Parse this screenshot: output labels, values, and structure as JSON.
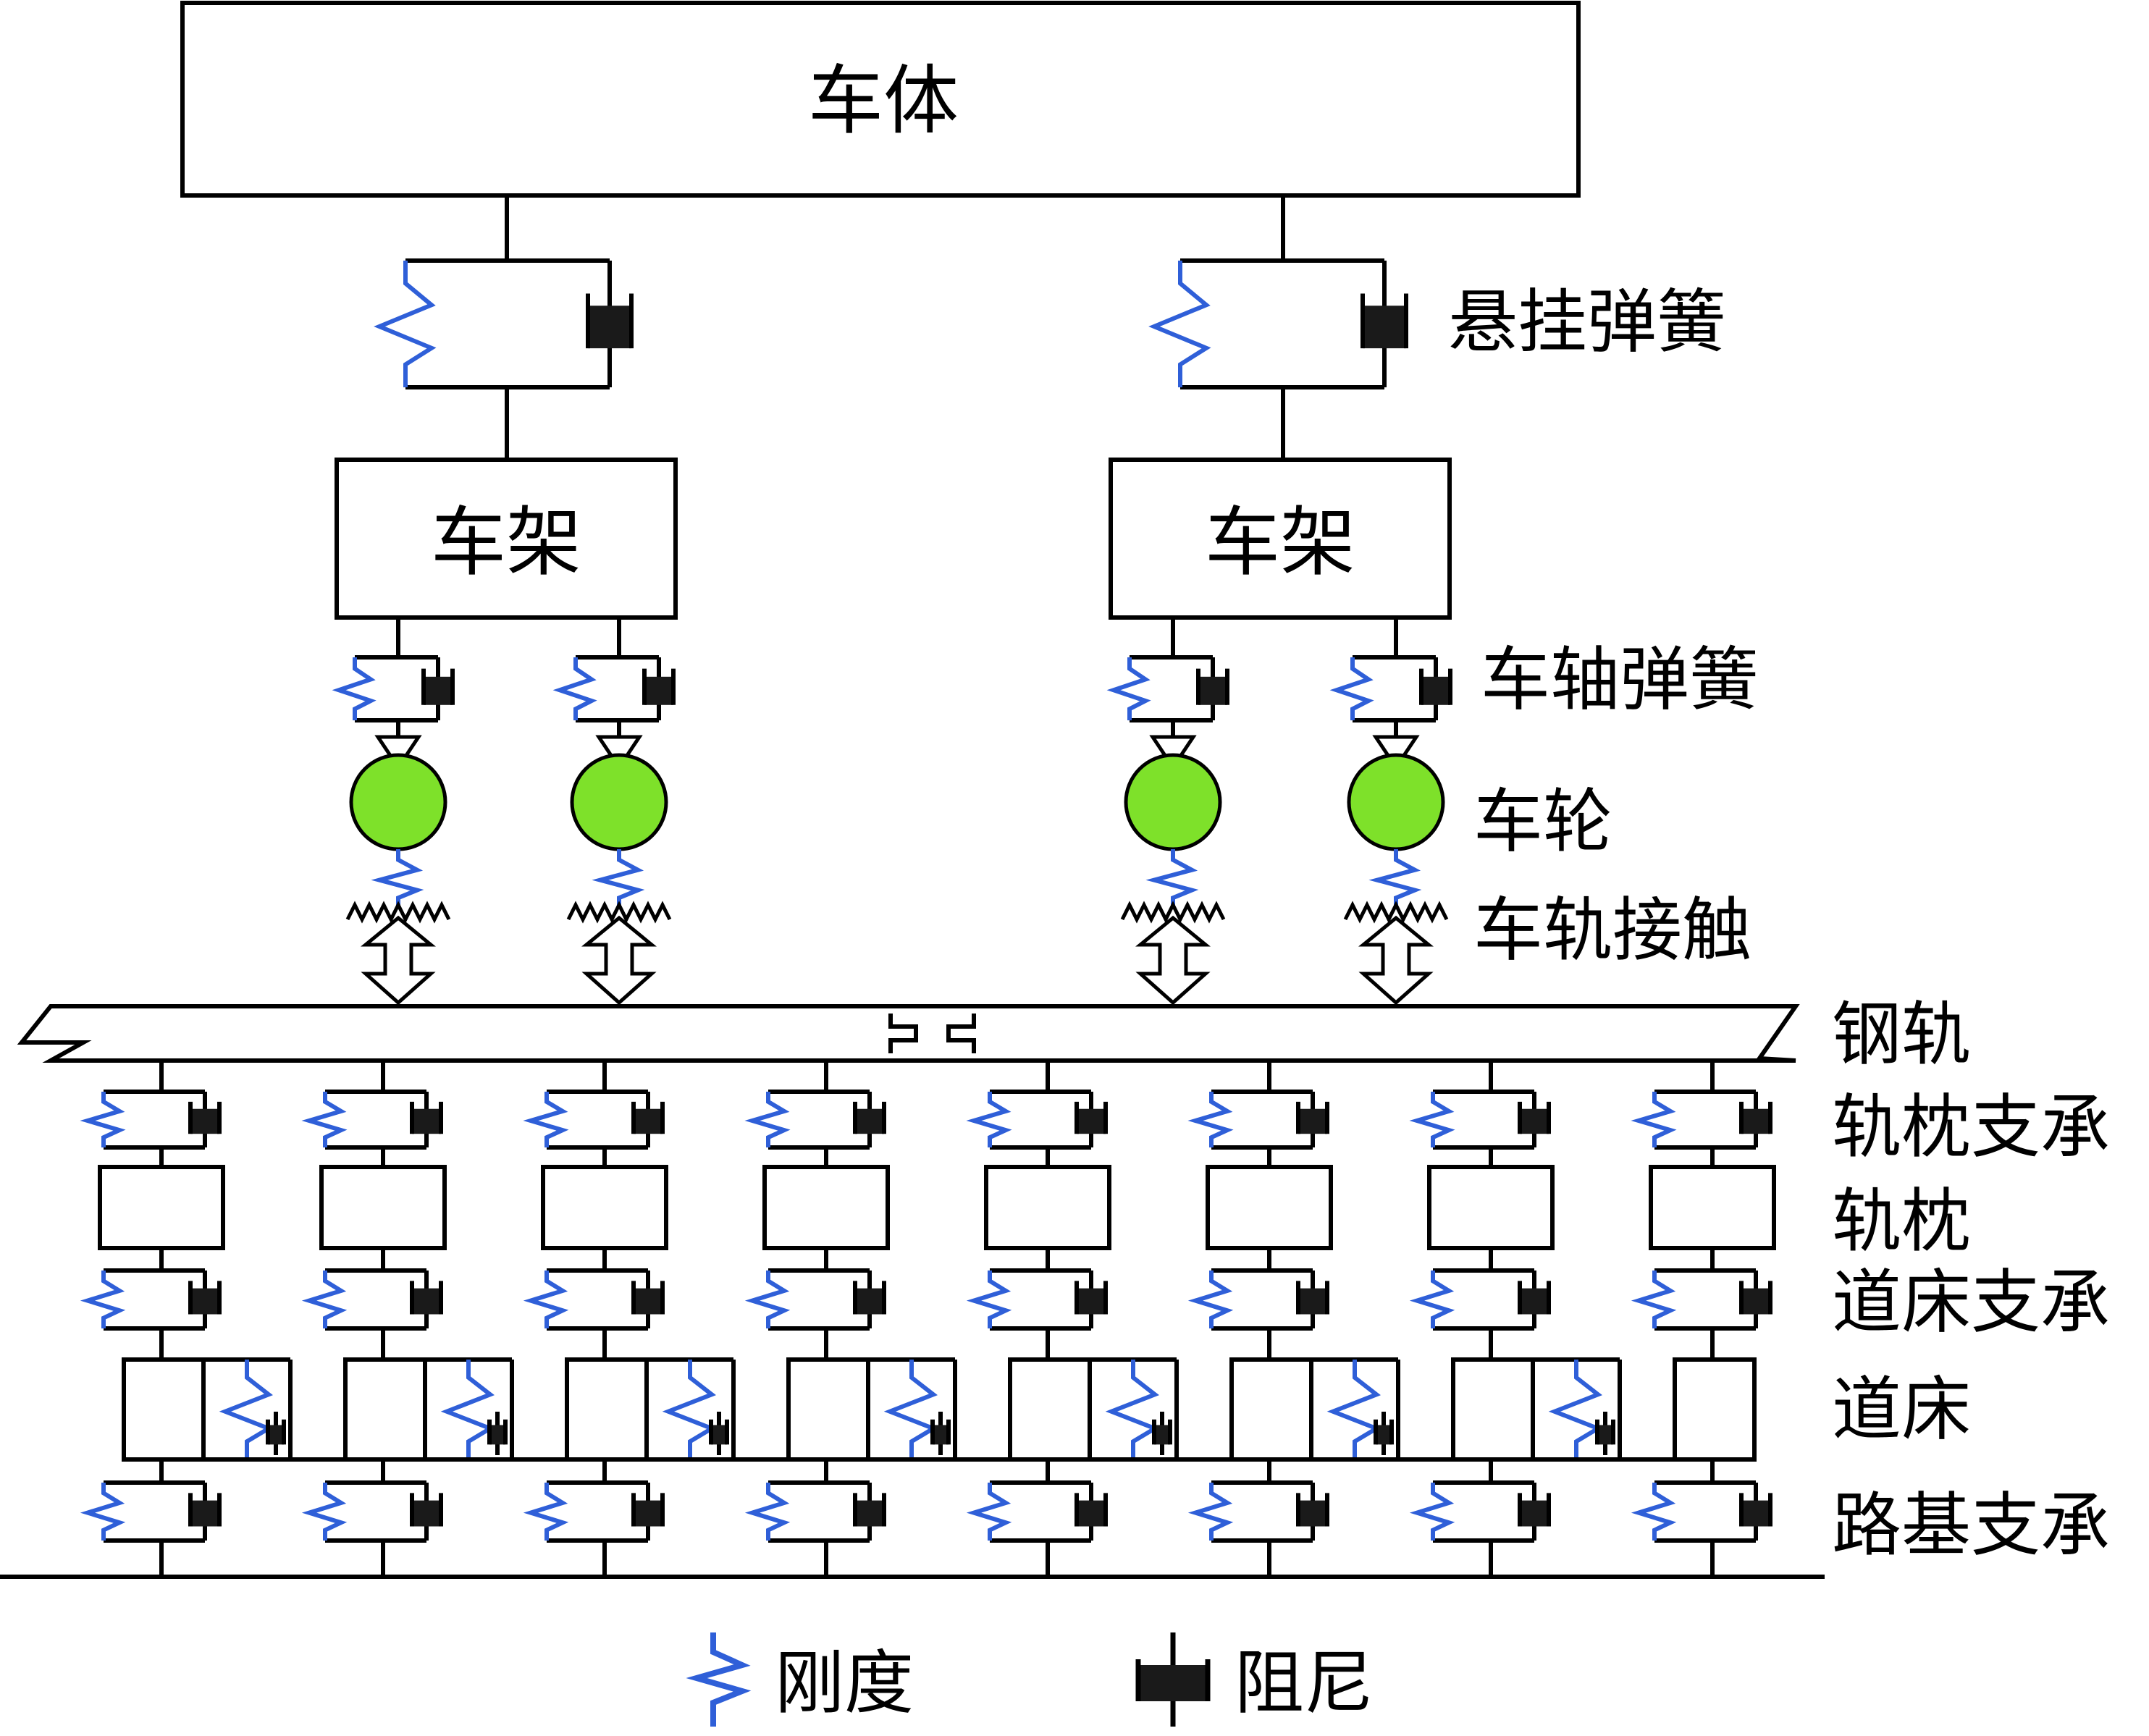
{
  "labels": {
    "car_body": "车体",
    "bogie_left": "车架",
    "bogie_right": "车架",
    "suspension_spring": "悬挂弹簧",
    "axle_spring": "车轴弹簧",
    "wheel": "车轮",
    "wheel_rail_contact": "车轨接触",
    "rail": "钢轨",
    "sleeper_support": "轨枕支承",
    "sleeper": "轨枕",
    "ballast_support": "道床支承",
    "ballast": "道床",
    "subgrade_support": "路基支承"
  },
  "legend": {
    "stiffness": "刚度",
    "damping": "阻尼"
  },
  "colors": {
    "spring": "#2f5fd8",
    "damper": "#1a1a1a",
    "wheel_fill": "#7ee12a",
    "line": "#000000"
  },
  "counts": {
    "sleepers": 8,
    "wheels": 4,
    "bogies": 2
  }
}
